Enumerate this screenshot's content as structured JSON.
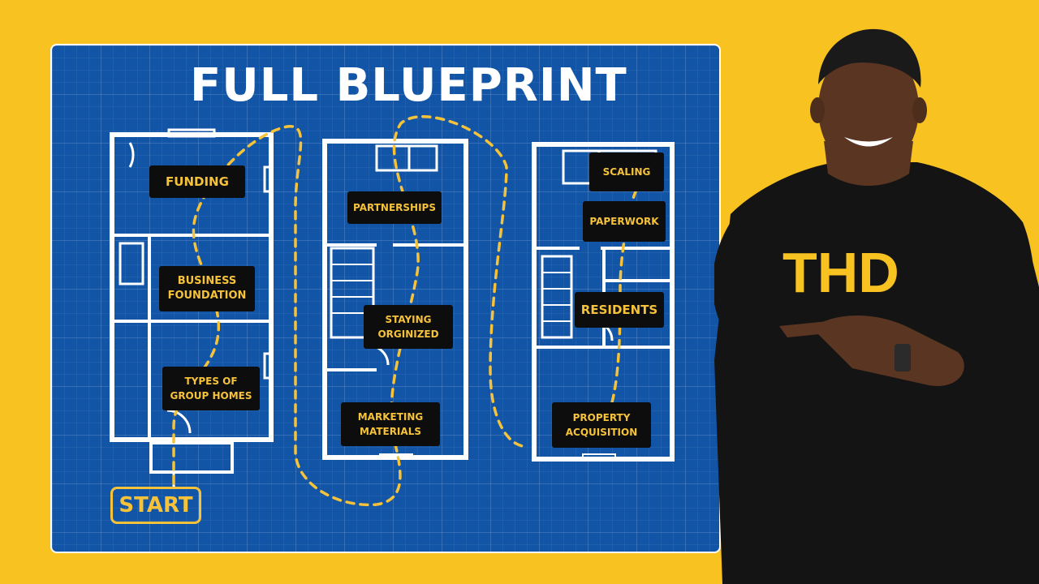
{
  "title": "FULL BLUEPRINT",
  "start_label": "START",
  "brand": "THD",
  "colors": {
    "background": "#f8c221",
    "blueprint": "#1255a6",
    "label_bg": "#0d0d0d",
    "label_text": "#f5c23a",
    "path": "#f5c23a",
    "walls": "#ffffff"
  },
  "steps": [
    {
      "id": "types",
      "text": "TYPES OF GROUP HOMES"
    },
    {
      "id": "foundation",
      "text": "BUSINESS FOUNDATION"
    },
    {
      "id": "funding",
      "text": "FUNDING"
    },
    {
      "id": "partnerships",
      "text": "PARTNERSHIPS"
    },
    {
      "id": "organized",
      "text": "STAYING ORGINIZED"
    },
    {
      "id": "marketing",
      "text": "MARKETING MATERIALS"
    },
    {
      "id": "property",
      "text": "PROPERTY ACQUISITION"
    },
    {
      "id": "residents",
      "text": "RESIDENTS"
    },
    {
      "id": "paperwork",
      "text": "PAPERWORK"
    },
    {
      "id": "scaling",
      "text": "SCALING"
    }
  ]
}
